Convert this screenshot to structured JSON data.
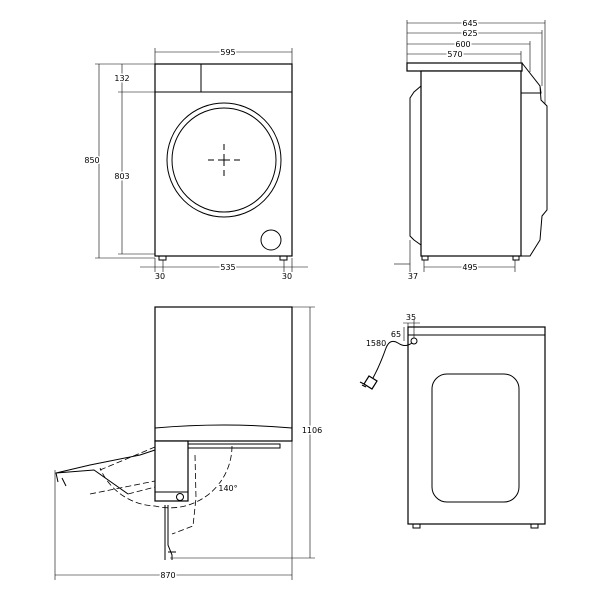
{
  "front_view": {
    "width": "595",
    "height": "850",
    "panel_height": "132",
    "body_height": "803",
    "feet_spacing": "535",
    "foot_offset_left": "30",
    "foot_offset_right": "30"
  },
  "side_view": {
    "depth_total": "645",
    "depth_door": "625",
    "depth_top": "600",
    "depth_body": "570",
    "back_offset": "37",
    "feet_spacing": "495"
  },
  "door_open_view": {
    "total_depth": "870",
    "total_height": "1106",
    "door_angle": "140°"
  },
  "back_view": {
    "cord_length": "1580",
    "cord_offset_x": "35",
    "cord_offset_y": "65"
  }
}
